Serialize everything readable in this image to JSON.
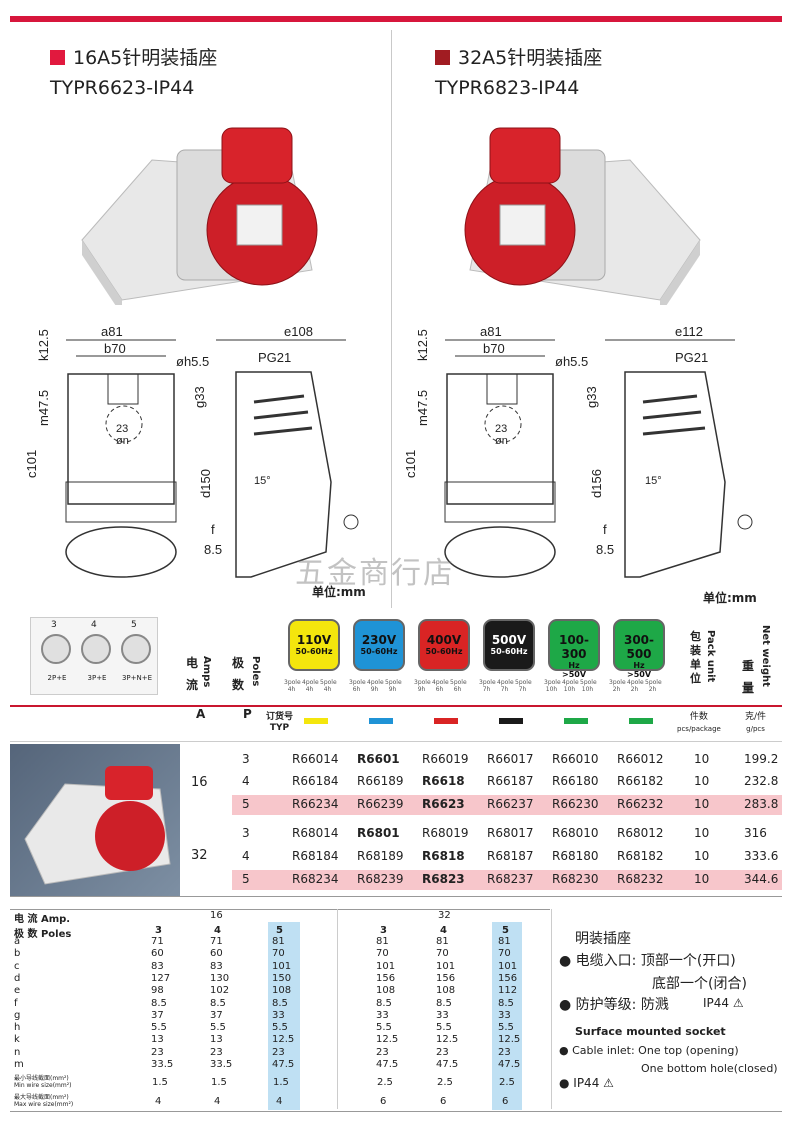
{
  "left_header": {
    "title": "16A5针明装插座",
    "model": "TYPR6623-IP44",
    "color": "#e1193e"
  },
  "right_header": {
    "title": "32A5针明装插座",
    "model": "TYPR6823-IP44",
    "color": "#a11c22"
  },
  "drawing_left": {
    "a": "a81",
    "b": "b70",
    "e": "e108",
    "h": "øh5.5",
    "pg": "PG21",
    "k": "k12.5",
    "m": "m47.5",
    "c": "c101",
    "g": "g33",
    "d": "d150",
    "n": "23\nøn",
    "angle": "15°",
    "f": "f",
    "f2": "8.5"
  },
  "drawing_right": {
    "a": "a81",
    "b": "b70",
    "e": "e112",
    "h": "øh5.5",
    "pg": "PG21",
    "k": "k12.5",
    "m": "m47.5",
    "c": "c101",
    "g": "g33",
    "d": "d156",
    "n": "23\nøn",
    "angle": "15°",
    "f": "f",
    "f2": "8.5"
  },
  "unit_mm": "单位:mm",
  "watermark": "五金商行店",
  "pins": [
    {
      "n": "3",
      "label": "2P+E"
    },
    {
      "n": "4",
      "label": "3P+E"
    },
    {
      "n": "5",
      "label": "3P+N+E"
    }
  ],
  "voltages": [
    {
      "v": "110V",
      "hz": "50-60Hz",
      "bg": "#f4e60d",
      "fg": "#111"
    },
    {
      "v": "230V",
      "hz": "50-60Hz",
      "bg": "#1f93d6",
      "fg": "#111"
    },
    {
      "v": "400V",
      "hz": "50-60Hz",
      "bg": "#d92424",
      "fg": "#111"
    },
    {
      "v": "500V",
      "hz": "50-60Hz",
      "bg": "#1a1a1a",
      "fg": "#fff"
    },
    {
      "v": "100-300",
      "hz": "Hz\n>50V",
      "bg": "#1ea847",
      "fg": "#111"
    },
    {
      "v": "300-500",
      "hz": "Hz\n>50V",
      "bg": "#1ea847",
      "fg": "#111"
    }
  ],
  "pole_labels": [
    [
      "3pole\n4h",
      "4pole\n4h",
      "5pole\n4h"
    ],
    [
      "3pole\n6h",
      "4pole\n9h",
      "5pole\n9h"
    ],
    [
      "3pole\n9h",
      "4pole\n6h",
      "5pole\n6h"
    ],
    [
      "3pole\n7h",
      "4pole\n7h",
      "5pole\n7h"
    ],
    [
      "3pole\n10h",
      "4pole\n10h",
      "5pole\n10h"
    ],
    [
      "3pole\n2h",
      "4pole\n2h",
      "5pole\n2h"
    ]
  ],
  "col_headers": {
    "current": "电\n流",
    "amps": "Amps",
    "poles_cn": "极\n数",
    "poles": "Poles",
    "pack_cn": "包\n装\n单\n位",
    "pack": "Pack unit",
    "weight_cn": "重\n量",
    "weight": "Net weight",
    "A": "A",
    "P": "P",
    "order": "订货号",
    "typ": "TYP",
    "pack_qty": "件数",
    "pack_qty_en": "pcs/package",
    "wt": "克/件",
    "wt_en": "g/pcs"
  },
  "swatch_colors": [
    "#f4e60d",
    "#1f93d6",
    "#d92424",
    "#1a1a1a",
    "#1ea847",
    "#1ea847"
  ],
  "rows": [
    {
      "amp": "16",
      "p": "3",
      "c": [
        "R66014",
        "R6601",
        "R66019",
        "R66017",
        "R66010",
        "R66012"
      ],
      "bold": 1,
      "pack": "10",
      "wt": "199.2",
      "hl": false
    },
    {
      "amp": "",
      "p": "4",
      "c": [
        "R66184",
        "R66189",
        "R6618",
        "R66187",
        "R66180",
        "R66182"
      ],
      "bold": 2,
      "pack": "10",
      "wt": "232.8",
      "hl": false
    },
    {
      "amp": "",
      "p": "5",
      "c": [
        "R66234",
        "R66239",
        "R6623",
        "R66237",
        "R66230",
        "R66232"
      ],
      "bold": 2,
      "pack": "10",
      "wt": "283.8",
      "hl": true
    },
    {
      "amp": "32",
      "p": "3",
      "c": [
        "R68014",
        "R6801",
        "R68019",
        "R68017",
        "R68010",
        "R68012"
      ],
      "bold": 1,
      "pack": "10",
      "wt": "316",
      "hl": false
    },
    {
      "amp": "",
      "p": "4",
      "c": [
        "R68184",
        "R68189",
        "R6818",
        "R68187",
        "R68180",
        "R68182"
      ],
      "bold": 2,
      "pack": "10",
      "wt": "333.6",
      "hl": false
    },
    {
      "amp": "",
      "p": "5",
      "c": [
        "R68234",
        "R68239",
        "R6823",
        "R68237",
        "R68230",
        "R68232"
      ],
      "bold": 2,
      "pack": "10",
      "wt": "344.6",
      "hl": true
    }
  ],
  "dim_table": {
    "h_current": "电 流  Amp.",
    "h_poles": "极 数  Poles",
    "amp16": "16",
    "amp32": "32",
    "poles": [
      "3",
      "4",
      "5"
    ],
    "labels": [
      "a",
      "b",
      "c",
      "d",
      "e",
      "f",
      "g",
      "h",
      "k",
      "n",
      "m"
    ],
    "v16": [
      [
        "71",
        "71",
        "81"
      ],
      [
        "60",
        "60",
        "70"
      ],
      [
        "83",
        "83",
        "101"
      ],
      [
        "127",
        "130",
        "150"
      ],
      [
        "98",
        "102",
        "108"
      ],
      [
        "8.5",
        "8.5",
        "8.5"
      ],
      [
        "37",
        "37",
        "33"
      ],
      [
        "5.5",
        "5.5",
        "5.5"
      ],
      [
        "13",
        "13",
        "12.5"
      ],
      [
        "23",
        "23",
        "23"
      ],
      [
        "33.5",
        "33.5",
        "47.5"
      ]
    ],
    "v32": [
      [
        "81",
        "81",
        "81"
      ],
      [
        "70",
        "70",
        "70"
      ],
      [
        "101",
        "101",
        "101"
      ],
      [
        "156",
        "156",
        "156"
      ],
      [
        "108",
        "108",
        "112"
      ],
      [
        "8.5",
        "8.5",
        "8.5"
      ],
      [
        "33",
        "33",
        "33"
      ],
      [
        "5.5",
        "5.5",
        "5.5"
      ],
      [
        "12.5",
        "12.5",
        "12.5"
      ],
      [
        "23",
        "23",
        "23"
      ],
      [
        "47.5",
        "47.5",
        "47.5"
      ]
    ],
    "min_wire_cn": "最小导线截面(mm²)",
    "min_wire_en": "Min wire size(mm²)",
    "max_wire_cn": "最大导线截面(mm²)",
    "max_wire_en": "Max wire size(mm²)",
    "min16": [
      "1.5",
      "1.5",
      "1.5"
    ],
    "min32": [
      "2.5",
      "2.5",
      "2.5"
    ],
    "max16": [
      "4",
      "4",
      "4"
    ],
    "max32": [
      "6",
      "6",
      "6"
    ]
  },
  "info": {
    "title": "明装插座",
    "cable_cn": "● 电缆入口: 顶部一个(开口)",
    "cable_cn2": "底部一个(闭合)",
    "protect_cn": "● 防护等级: 防溅",
    "ip_cn": "IP44",
    "en_title": "Surface mounted socket",
    "cable_en": "● Cable inlet: One top (opening)",
    "cable_en2": "One bottom hole(closed)",
    "ip_en": "● IP44"
  }
}
